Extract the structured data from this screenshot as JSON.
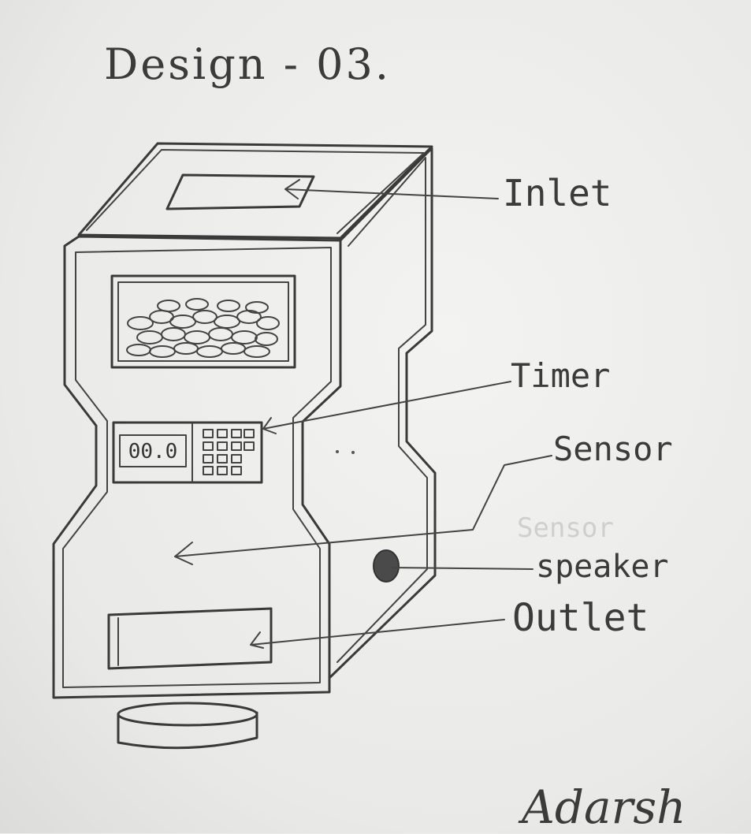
{
  "title": "Design - 03.",
  "labels": {
    "inlet": "Inlet",
    "timer": "Timer",
    "sensor": "Sensor",
    "sensor_faint": "Sensor",
    "speaker": "speaker",
    "outlet": "Outlet"
  },
  "display_value": "00.0",
  "signature": "Adarsh",
  "colors": {
    "ink": "#3a3a3a",
    "paper": "#eeeeec"
  }
}
